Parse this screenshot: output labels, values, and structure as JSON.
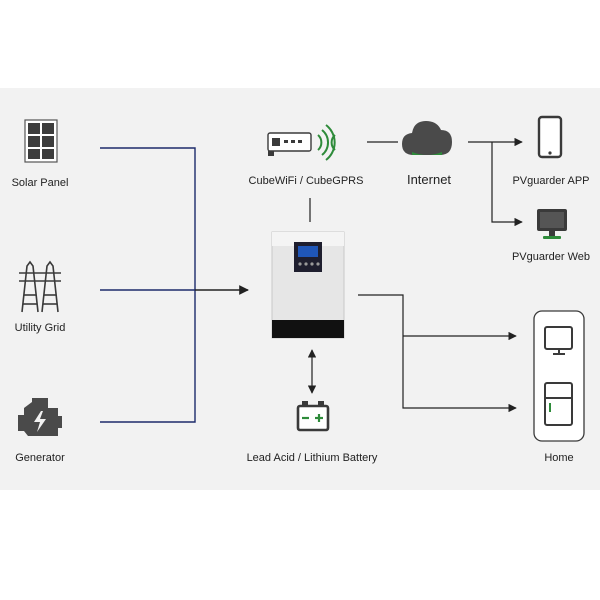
{
  "sources": {
    "solar_panel": "Solar Panel",
    "utility_grid": "Utility Grid",
    "generator": "Generator"
  },
  "monitoring": {
    "cube_device": "CubeWiFi / CubeGPRS",
    "internet": "Internet",
    "app": "PVguarder APP",
    "web": "PVguarder Web"
  },
  "storage": {
    "battery": "Lead Acid / Lithium Battery"
  },
  "loads": {
    "home": "Home"
  },
  "colors": {
    "source_line": "#1c2a6b",
    "line": "#222222",
    "icon": "#3a3a3a",
    "accent_green": "#2e8b3a",
    "background_panel": "#f2f2f2"
  }
}
